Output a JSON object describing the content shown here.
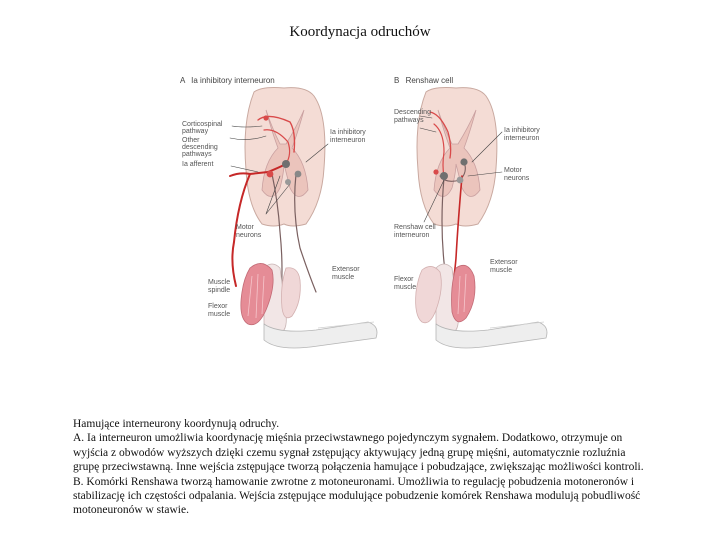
{
  "title": "Koordynacja odruchów",
  "figure": {
    "panel_a": {
      "heading_letter": "A",
      "heading": "Ia inhibitory interneuron",
      "labels": {
        "corticospinal_1": "Corticospinal",
        "corticospinal_2": "pathway",
        "other_1": "Other",
        "other_2": "descending",
        "other_3": "pathways",
        "ia_afferent": "Ia afferent",
        "ia_inhib_1": "Ia inhibitory",
        "ia_inhib_2": "interneuron",
        "motor_1": "Motor",
        "motor_2": "neurons",
        "spindle_1": "Muscle",
        "spindle_2": "spindle",
        "flexor_1": "Flexor",
        "flexor_2": "muscle",
        "extensor_1": "Extensor",
        "extensor_2": "muscle"
      }
    },
    "panel_b": {
      "heading_letter": "B",
      "heading": "Renshaw cell",
      "labels": {
        "descending_1": "Descending",
        "descending_2": "pathways",
        "ia_inhib_1": "Ia inhibitory",
        "ia_inhib_2": "interneuron",
        "motor_1": "Motor",
        "motor_2": "neurons",
        "renshaw_1": "Renshaw cell",
        "renshaw_2": "interneuron",
        "flexor_1": "Flexor",
        "flexor_2": "muscle",
        "extensor_1": "Extensor",
        "extensor_2": "muscle"
      }
    }
  },
  "caption": {
    "line1": "Hamujące interneurony koordynują odruchy.",
    "para_a": "A. Ia  interneuron umożliwia koordynację mięśnia przeciwstawnego pojedynczym sygnałem. Dodatkowo, otrzymuje on wyjścia z obwodów wyższych dzięki czemu sygnał zstępujący aktywujący jedną grupę mięśni, automatycznie rozluźnia grupę przeciwstawną. Inne wejścia zstępujące tworzą połączenia hamujące i pobudzające, zwiększając możliwości kontroli.",
    "para_b": "B. Komórki Renshawa tworzą hamowanie zwrotne z motoneuronami. Umożliwia to regulację pobudzenia motoneronów i stabilizację ich częstości odpalania. Wejścia zstępujące modulujące pobudzenie komórek Renshawa modulują pobudliwość motoneuronów w stawie."
  }
}
